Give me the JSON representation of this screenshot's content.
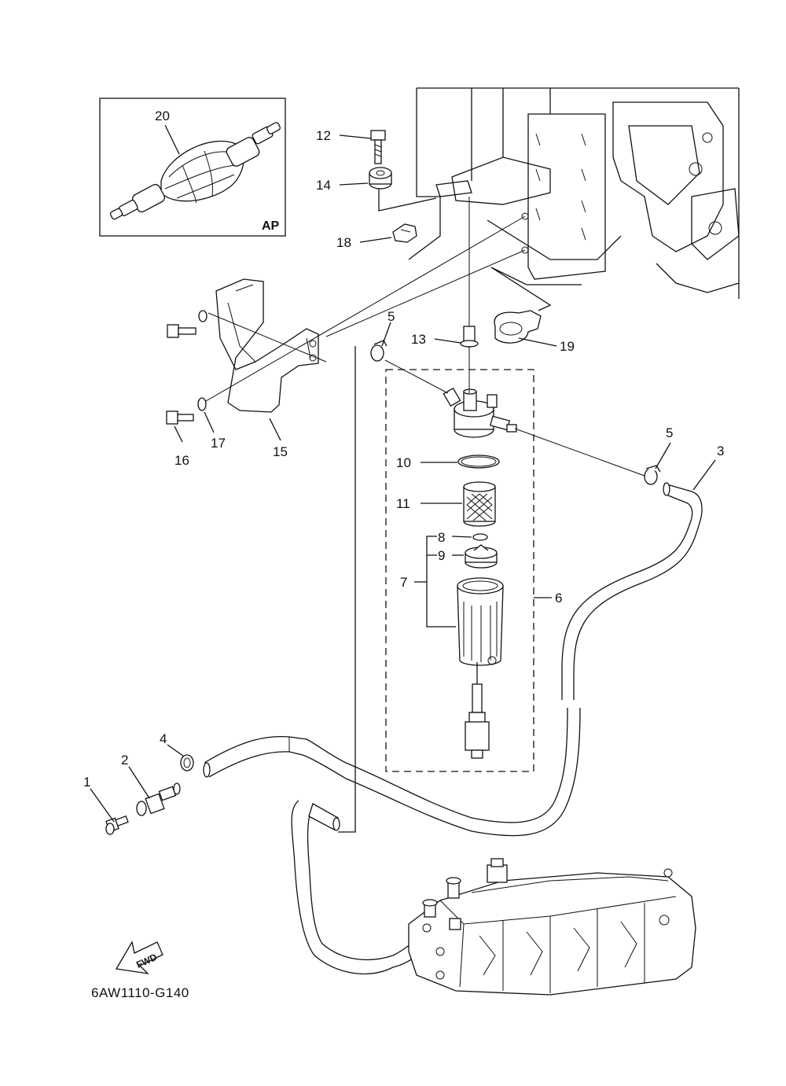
{
  "diagram_code": "6AW1110-G140",
  "inset_tag": "AP",
  "direction_label": "FWD",
  "callouts": {
    "c1": "1",
    "c2": "2",
    "c3": "3",
    "c4": "4",
    "c5a": "5",
    "c5b": "5",
    "c6": "6",
    "c7": "7",
    "c8": "8",
    "c9": "9",
    "c10": "10",
    "c11": "11",
    "c12": "12",
    "c13": "13",
    "c14": "14",
    "c15": "15",
    "c16": "16",
    "c17": "17",
    "c18": "18",
    "c19": "19",
    "c20": "20"
  }
}
